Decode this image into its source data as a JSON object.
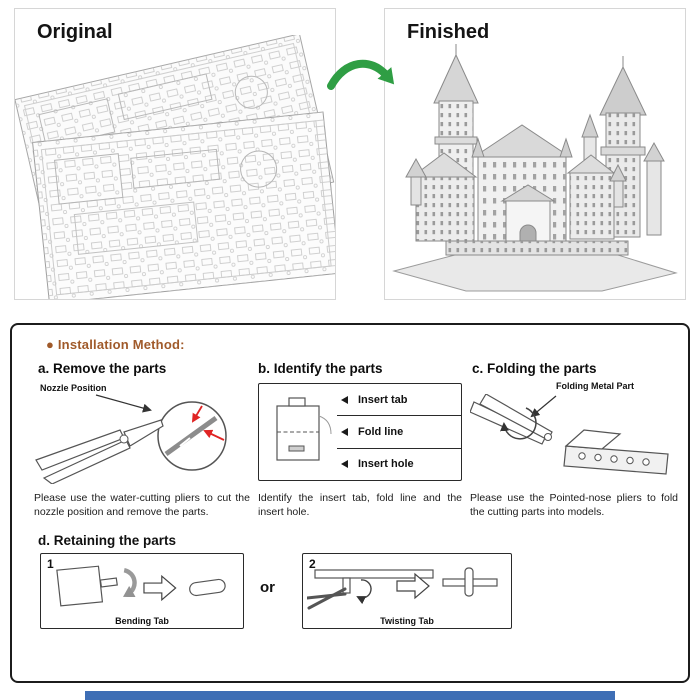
{
  "comparison": {
    "original_label": "Original",
    "finished_label": "Finished"
  },
  "instructions": {
    "heading": "● Installation Method:",
    "step_a": {
      "title": "a. Remove the parts",
      "callout": "Nozzle Position",
      "description": "Please use the water-cutting pliers to cut the nozzle position and remove the parts."
    },
    "step_b": {
      "title": "b. Identify the parts",
      "label_insert_tab": "Insert tab",
      "label_fold_line": "Fold line",
      "label_insert_hole": "Insert hole",
      "description": "Identify the insert tab, fold line and the insert hole."
    },
    "step_c": {
      "title": "c. Folding the parts",
      "callout": "Folding Metal Part",
      "description": "Please use the Pointed-nose pliers to fold the cutting parts into models."
    },
    "step_d": {
      "title": "d. Retaining the parts",
      "option1": {
        "number": "1",
        "caption": "Bending Tab"
      },
      "or_label": "or",
      "option2": {
        "number": "2",
        "caption": "Twisting Tab"
      }
    }
  },
  "colors": {
    "arrow_green": "#2f9e44",
    "accent_bar_blue": "#3e6eb5",
    "heading_brown": "#a05a2a",
    "red_accent": "#e02424"
  }
}
